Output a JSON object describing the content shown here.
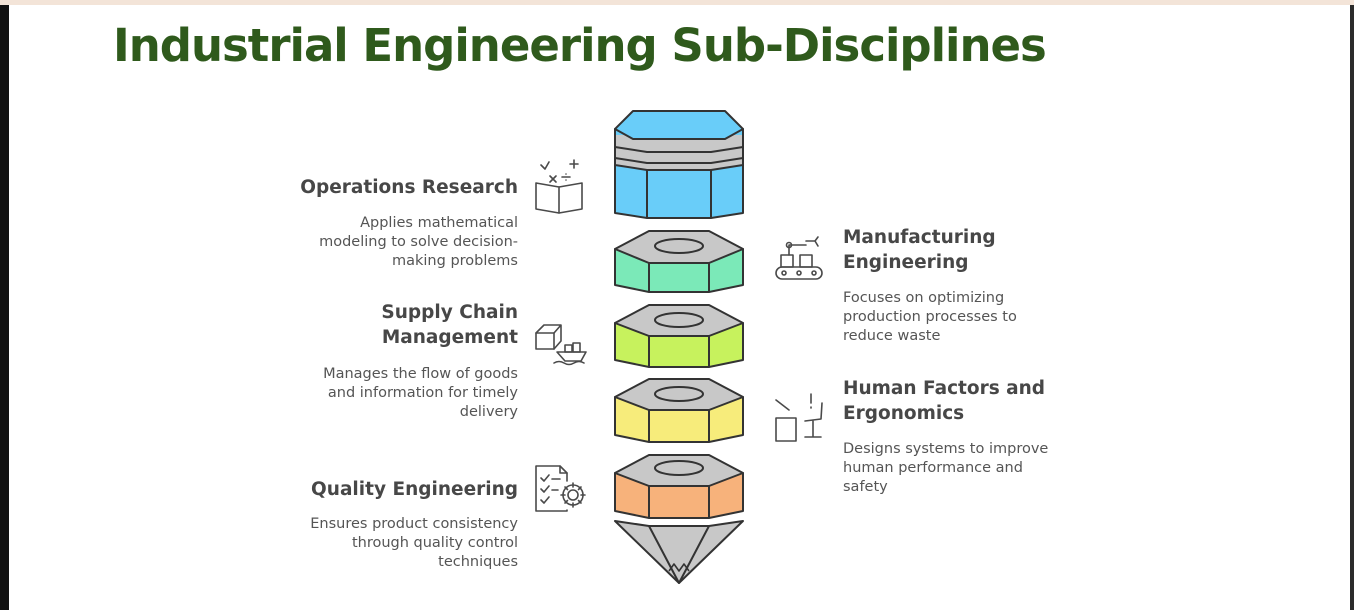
{
  "title": "Industrial Engineering Sub-Disciplines",
  "items": [
    {
      "side": "left",
      "icon": "math-book-icon",
      "title": "Operations Research",
      "description_lines": [
        "Applies mathematical",
        "modeling to solve decision-",
        "making problems"
      ]
    },
    {
      "side": "right",
      "icon": "robot-arm-conveyor-icon",
      "title_lines": [
        "Manufacturing",
        "Engineering"
      ],
      "description_lines": [
        "Focuses on optimizing",
        "production processes to",
        "reduce waste"
      ]
    },
    {
      "side": "left",
      "icon": "package-ship-icon",
      "title_lines": [
        "Supply Chain",
        "Management"
      ],
      "description_lines": [
        "Manages the flow of goods",
        "and information for timely",
        "delivery"
      ]
    },
    {
      "side": "right",
      "icon": "ergonomic-chair-icon",
      "title_lines": [
        "Human Factors and",
        "Ergonomics"
      ],
      "description_lines": [
        "Designs systems to improve",
        "human performance and",
        "safety"
      ]
    },
    {
      "side": "left",
      "icon": "checklist-gear-icon",
      "title": "Quality Engineering",
      "description_lines": [
        "Ensures product consistency",
        "through quality control",
        "techniques"
      ]
    }
  ],
  "colors": {
    "title": "#2f5a1c",
    "cap": "#69cdf9",
    "nut1": "#7be9b8",
    "nut2": "#c7f25d",
    "nut3": "#f7ec7b",
    "nut4": "#f7b27b",
    "metal": "#c8c8c8"
  }
}
